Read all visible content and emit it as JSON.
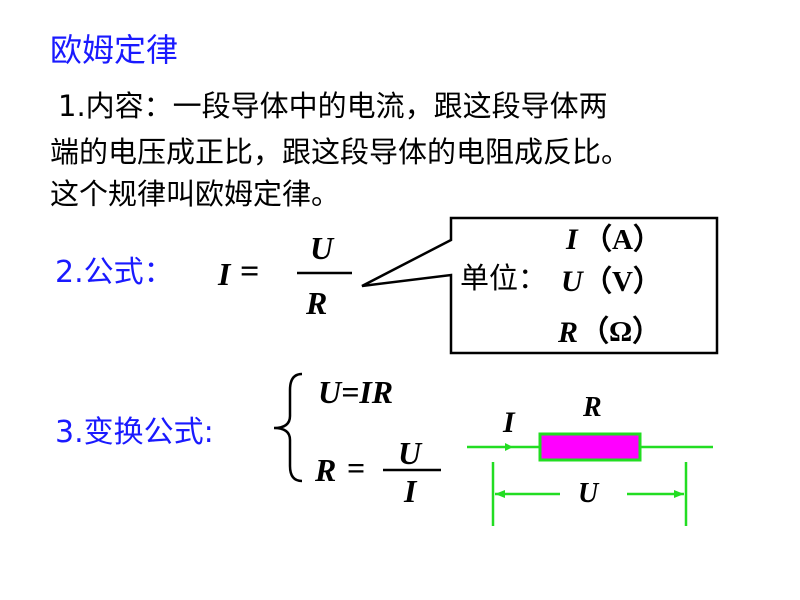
{
  "title": "欧姆定律",
  "content": {
    "lines": [
      "1.内容：一段导体中的电流，跟这段导体两",
      "端的电压成正比，跟这段导体的电阻成反比。",
      "这个规律叫欧姆定律。"
    ]
  },
  "formula": {
    "label": "2.公式：",
    "lhs": "I",
    "eq": "=",
    "numerator": "U",
    "denominator": "R"
  },
  "units": {
    "label": "单位：",
    "items": [
      {
        "symbol": "I",
        "unit": "（A）"
      },
      {
        "symbol": "U",
        "unit": "（V）"
      },
      {
        "symbol": "R",
        "unit": "（Ω）"
      }
    ]
  },
  "transform": {
    "label": "3.变换公式:",
    "eq1": "U=IR",
    "eq2_lhs": "R",
    "eq2_eq": "=",
    "eq2_num": "U",
    "eq2_den": "I"
  },
  "circuit": {
    "current_label": "I",
    "resistor_label": "R",
    "voltage_label": "U",
    "wire_color": "#22dd22",
    "resistor_fill": "#ff00ff"
  }
}
